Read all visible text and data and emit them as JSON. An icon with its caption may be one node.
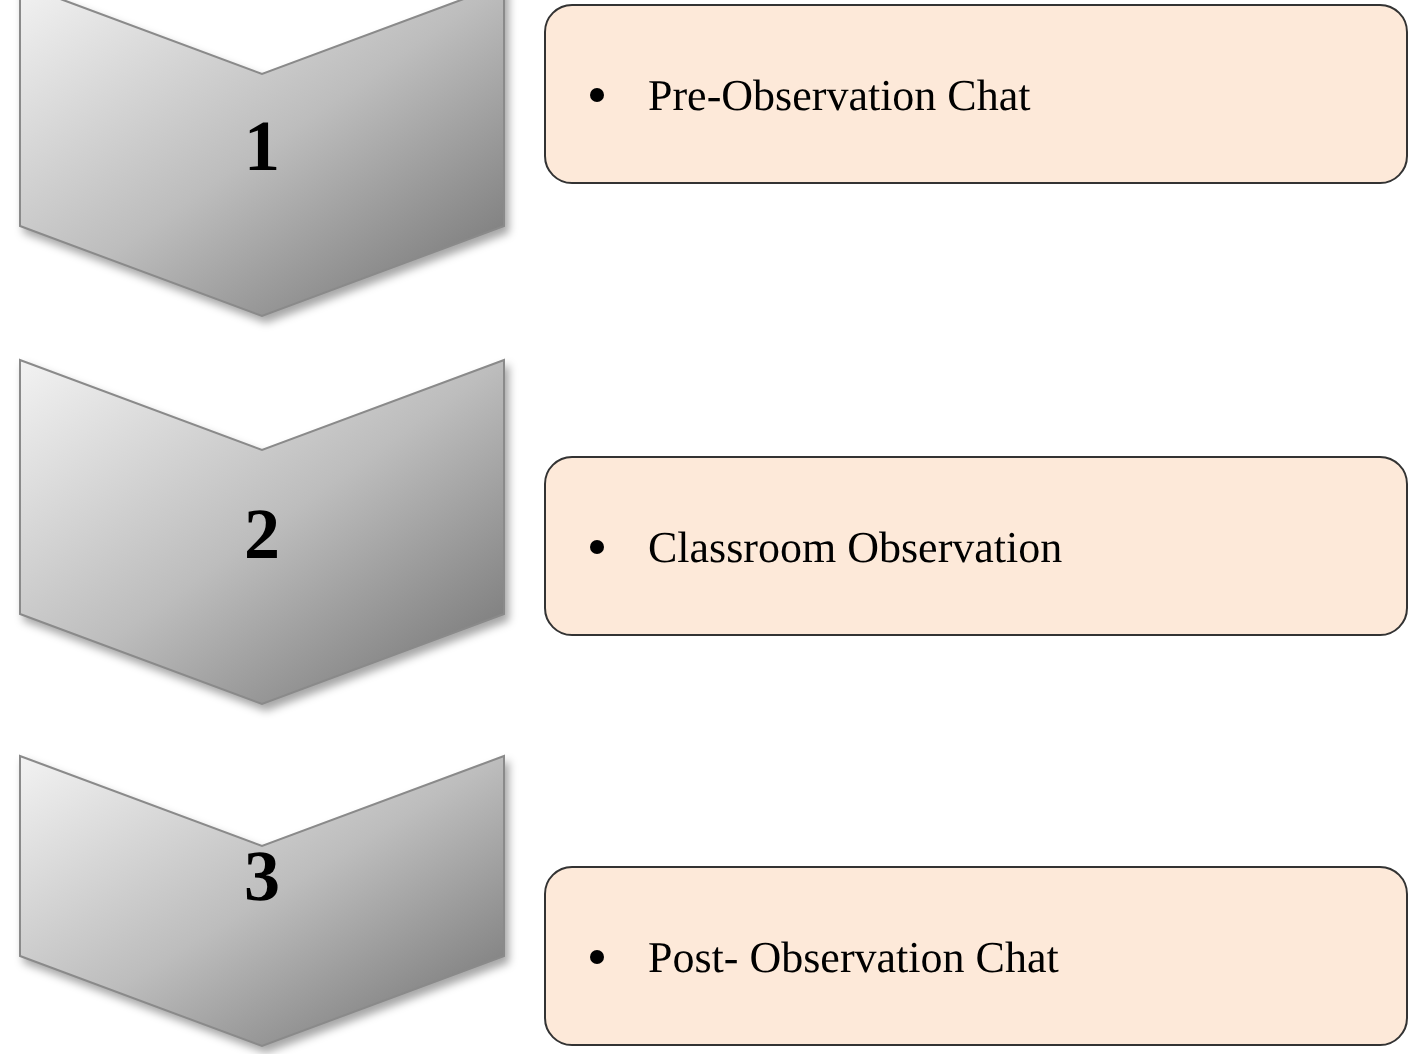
{
  "diagram": {
    "nodes": [
      {
        "text": [
          "1"
        ]
      },
      {
        "text": [
          "Pre-Observation Chat"
        ]
      },
      {
        "text": [
          "2"
        ]
      },
      {
        "text": [
          "Classroom Observation"
        ]
      },
      {
        "text": [
          "3"
        ]
      },
      {
        "text": [
          "Post- Observation Chat"
        ]
      }
    ]
  }
}
